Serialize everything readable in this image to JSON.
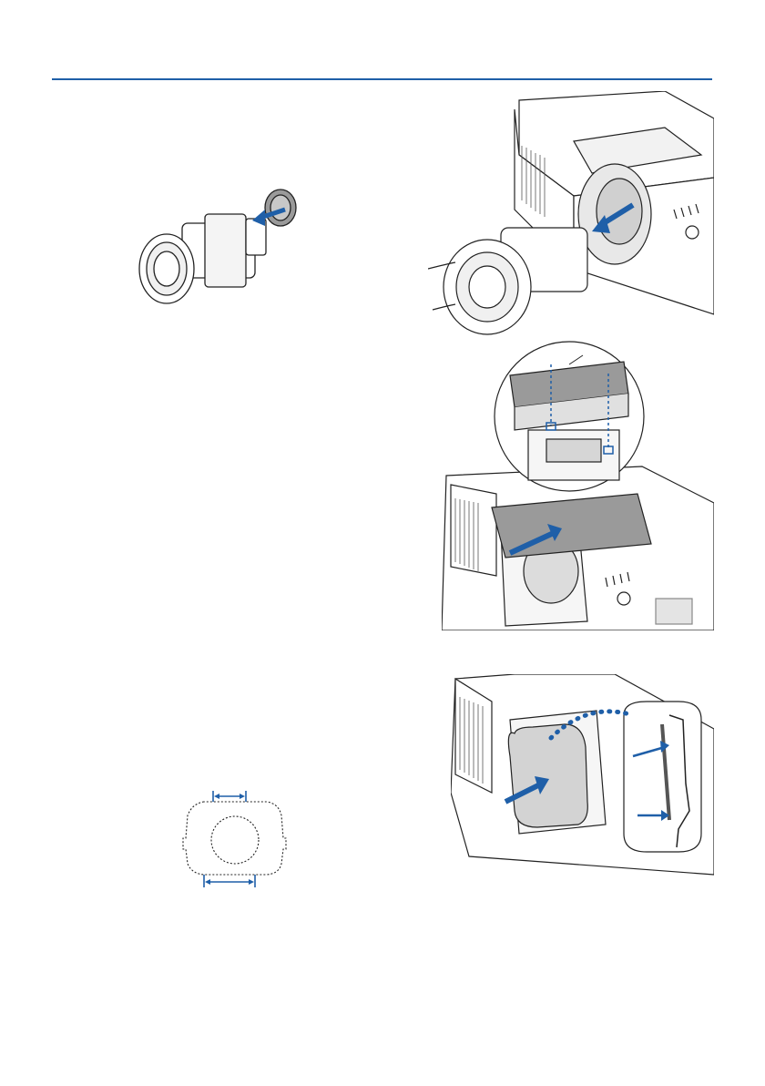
{
  "page": {
    "accent_color": "#1f5fa8",
    "line_color": "#222222",
    "fill_gray": "#d9d9d9",
    "dark_gray": "#7a7a7a"
  },
  "figures": [
    {
      "id": "lens-cap-removal",
      "icon": "lens-with-rear-cap-removed"
    },
    {
      "id": "lens-insertion",
      "icon": "lens-inserted-into-projector"
    },
    {
      "id": "lens-cover-attach",
      "icon": "lens-unit-cover-attached-with-magnified-inset"
    },
    {
      "id": "end-cap-attach",
      "icon": "lens-end-cap-attached-with-magnified-inset"
    },
    {
      "id": "end-cap-orientation",
      "icon": "end-cap-shape-with-width-arrows"
    }
  ]
}
